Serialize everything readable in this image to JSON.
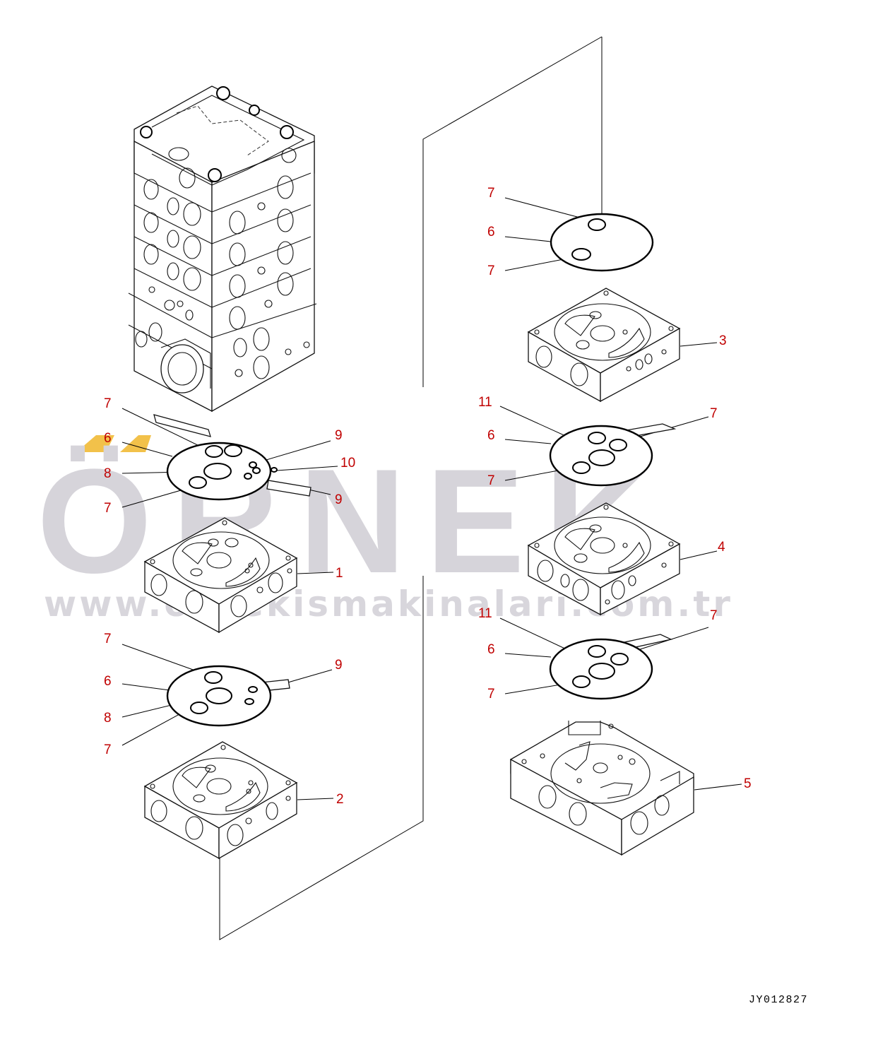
{
  "watermark": {
    "brand": "ÖRNEK",
    "url": "www.ornekismakinalari.com.tr",
    "accent_color": "#f2c14a",
    "text_color": "#d6d4da"
  },
  "drawing_code": "JY012827",
  "callout_color": "#c00000",
  "callouts": {
    "g1": {
      "top7": "7",
      "six": "6",
      "eight": "8",
      "bot7": "7",
      "nine_a": "9",
      "ten": "10",
      "nine_b": "9"
    },
    "g2": {
      "top7": "7",
      "six": "6",
      "eight": "8",
      "bot7": "7",
      "nine": "9"
    },
    "g3": {
      "top7": "7",
      "six": "6",
      "bot7": "7"
    },
    "g4": {
      "eleven": "11",
      "six": "6",
      "bot7": "7",
      "right7": "7"
    },
    "g5": {
      "eleven": "11",
      "six": "6",
      "bot7": "7",
      "right7": "7"
    },
    "parts": {
      "p1": "1",
      "p2": "2",
      "p3": "3",
      "p4": "4",
      "p5": "5"
    }
  }
}
